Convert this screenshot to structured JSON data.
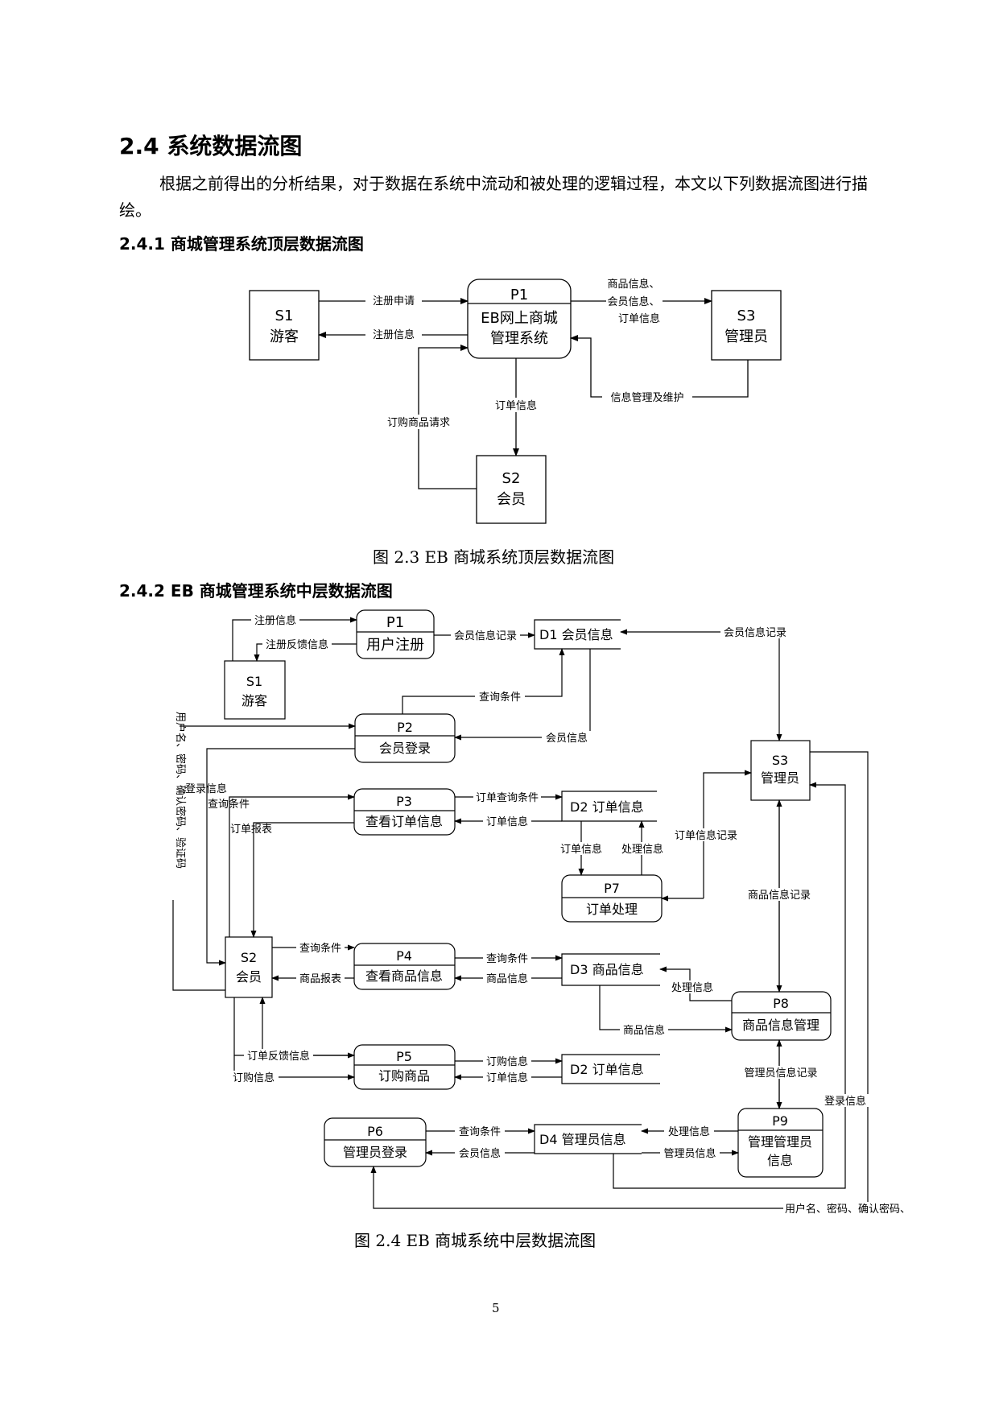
{
  "heading": "2.4  系统数据流图",
  "intro": "根据之前得出的分析结果，对于数据在系统中流动和被处理的逻辑过程，本文以下列数据流图进行描绘。",
  "sec1": "2.4.1  商城管理系统顶层数据流图",
  "sec2": "2.4.2 EB 商城管理系统中层数据流图",
  "cap1": "图 2.3 EB 商城系统顶层数据流图",
  "cap2": "图 2.4 EB 商城系统中层数据流图",
  "page_number": "5",
  "top": {
    "s1_id": "S1",
    "s1_name": "游客",
    "p1_id": "P1",
    "p1_l1": "EB网上商城",
    "p1_l2": "管理系统",
    "s3_id": "S3",
    "s3_name": "管理员",
    "s2_id": "S2",
    "s2_name": "会员",
    "f_reg_req": "注册申请",
    "f_reg_info": "注册信息",
    "f_out1": "商品信息、",
    "f_out2": "会员信息、",
    "f_out3": "订单信息",
    "f_maint": "信息管理及维护",
    "f_order": "订单信息",
    "f_buy": "订购商品请求"
  },
  "mid": {
    "p1_id": "P1",
    "p1_name": "用户注册",
    "p2_id": "P2",
    "p2_name": "会员登录",
    "p3_id": "P3",
    "p3_name": "查看订单信息",
    "p4_id": "P4",
    "p4_name": "查看商品信息",
    "p5_id": "P5",
    "p5_name": "订购商品",
    "p6_id": "P6",
    "p6_name": "管理员登录",
    "p7_id": "P7",
    "p7_name": "订单处理",
    "p8_id": "P8",
    "p8_name": "商品信息管理",
    "p9_id": "P9",
    "p9_l1": "管理管理员",
    "p9_l2": "信息",
    "s1_id": "S1",
    "s1_name": "游客",
    "s2_id": "S2",
    "s2_name": "会员",
    "s3_id": "S3",
    "s3_name": "管理员",
    "d1": "D1 会员信息",
    "d2": "D2 订单信息",
    "d3": "D3 商品信息",
    "d2b": "D2 订单信息",
    "d4": "D4 管理员信息",
    "f_reg_info": "注册信息",
    "f_reg_fb": "注册反馈信息",
    "f_mem_rec": "会员信息记录",
    "f_mem_rec2": "会员信息记录",
    "f_query": "查询条件",
    "f_mem_info": "会员信息",
    "f_login_v": "用户名、密码、确认密码、验证码",
    "f_login_info": "登录信息",
    "f_query2": "查询条件",
    "f_order_rpt": "订单报表",
    "f_oq": "订单查询条件",
    "f_oinfo": "订单信息",
    "f_d2_oinfo": "订单信息",
    "f_proc": "处理信息",
    "f_order_rec": "订单信息记录",
    "f_goods_rec": "商品信息记录",
    "f_p4_q": "查询条件",
    "f_p4_rpt": "商品报表",
    "f_d3_q": "查询条件",
    "f_d3_info": "商品信息",
    "f_d3_proc": "处理信息",
    "f_goods_info": "商品信息",
    "f_order_fb": "订单反馈信息",
    "f_buy_info": "订购信息",
    "f_buy_info2": "订购信息",
    "f_order_info2": "订单信息",
    "f_admin_rec": "管理员信息记录",
    "f_admin_login": "登录信息",
    "f_p6_q": "查询条件",
    "f_p6_info": "会员信息",
    "f_d4_proc": "处理信息",
    "f_d4_info": "管理员信息",
    "f_bottom": "用户名、密码、确认密码、"
  }
}
